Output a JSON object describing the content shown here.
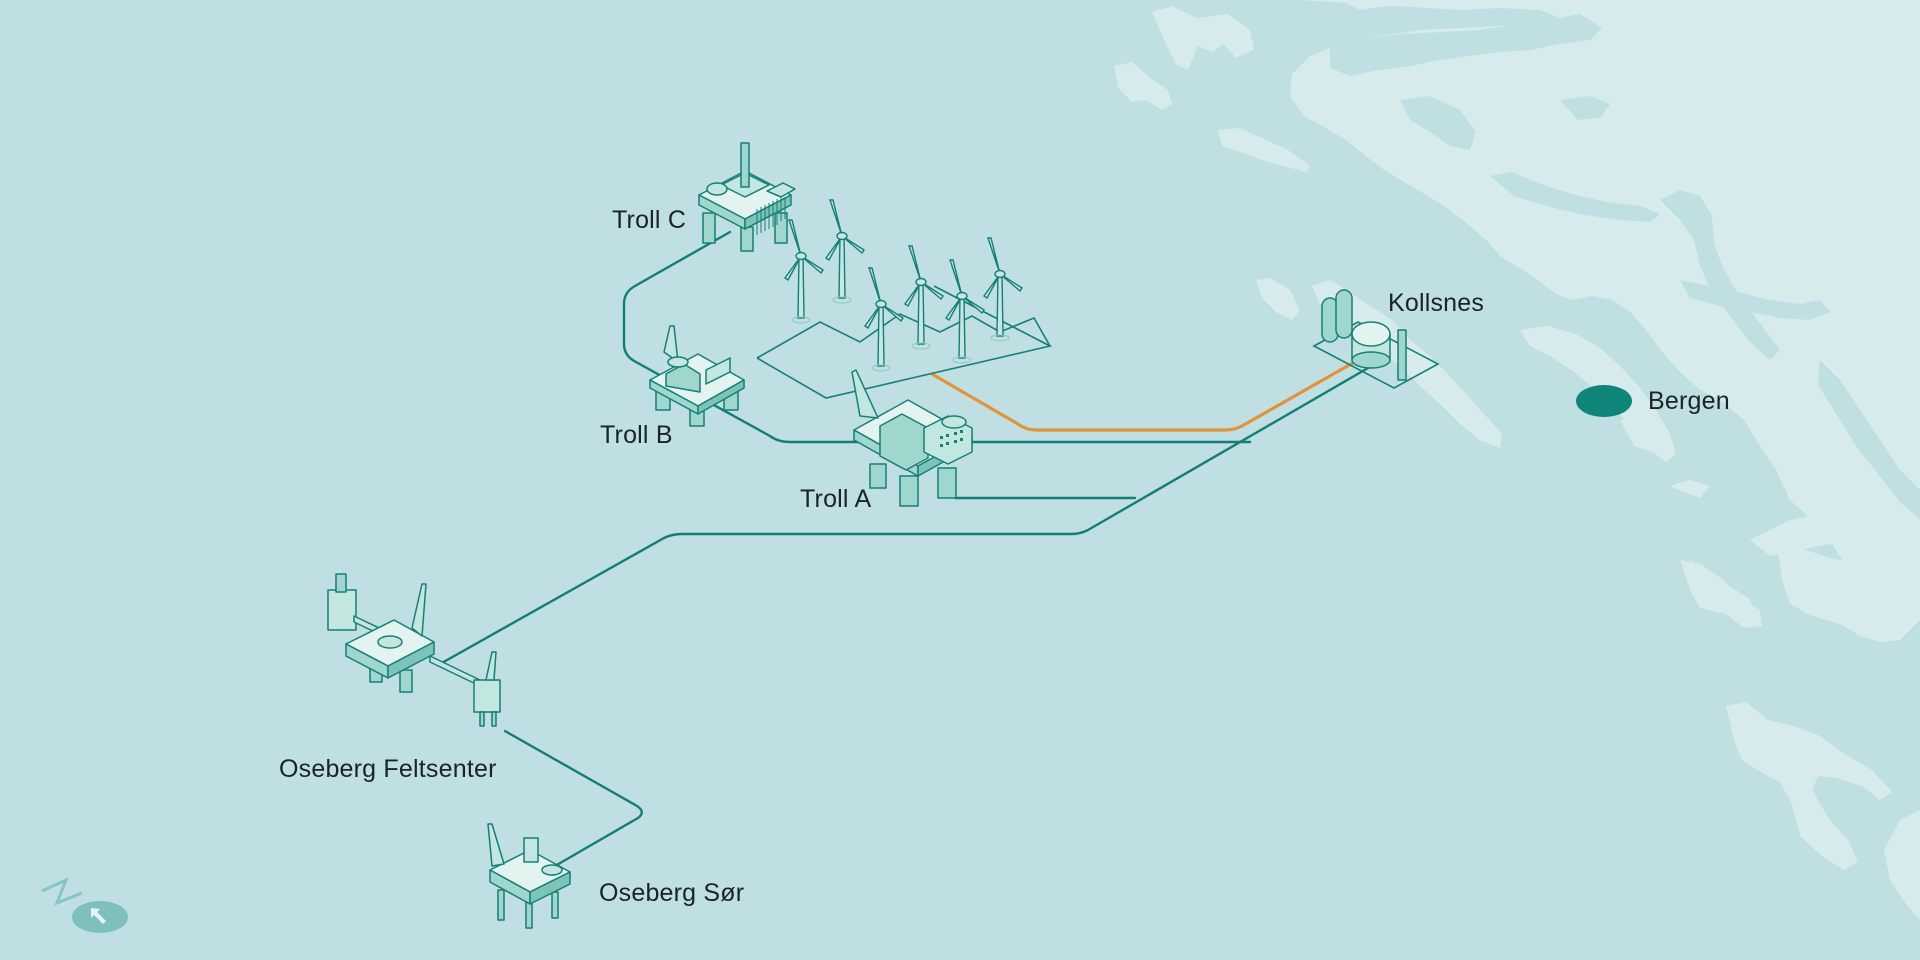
{
  "map": {
    "colors": {
      "sea": "#bfdfe2",
      "land": "#d7ebed",
      "pipeline": "#127f76",
      "power_cable": "#e0943a",
      "facility_outline": "#177f75",
      "city_marker": "#0f8478",
      "text": "#1a2325"
    },
    "compass": {
      "letter": "N",
      "icon": "north-arrow-icon"
    },
    "facilities": [
      {
        "id": "troll-c",
        "label": "Troll C",
        "type": "platform"
      },
      {
        "id": "troll-b",
        "label": "Troll B",
        "type": "platform"
      },
      {
        "id": "troll-a",
        "label": "Troll A",
        "type": "platform"
      },
      {
        "id": "wind-farm",
        "label": "",
        "type": "offshore-wind-farm",
        "turbine_count": 6
      },
      {
        "id": "kollsnes",
        "label": "Kollsnes",
        "type": "gas-processing-plant"
      },
      {
        "id": "oseberg-feltsenter",
        "label": "Oseberg Feltsenter",
        "type": "platform-complex"
      },
      {
        "id": "oseberg-sor",
        "label": "Oseberg Sør",
        "type": "platform"
      }
    ],
    "cities": [
      {
        "id": "bergen",
        "label": "Bergen",
        "icon": "city-marker-icon"
      }
    ],
    "connections": [
      {
        "from": "Troll C",
        "to": "Troll B",
        "kind": "pipeline"
      },
      {
        "from": "Troll B",
        "to": "Kollsnes",
        "kind": "pipeline"
      },
      {
        "from": "Troll A",
        "to": "Kollsnes",
        "kind": "pipeline"
      },
      {
        "from": "Oseberg Feltsenter",
        "to": "Kollsnes",
        "kind": "pipeline"
      },
      {
        "from": "Oseberg Feltsenter",
        "to": "Oseberg Sør",
        "kind": "pipeline"
      },
      {
        "from": "wind-farm",
        "to": "Kollsnes",
        "kind": "power-cable"
      }
    ]
  }
}
